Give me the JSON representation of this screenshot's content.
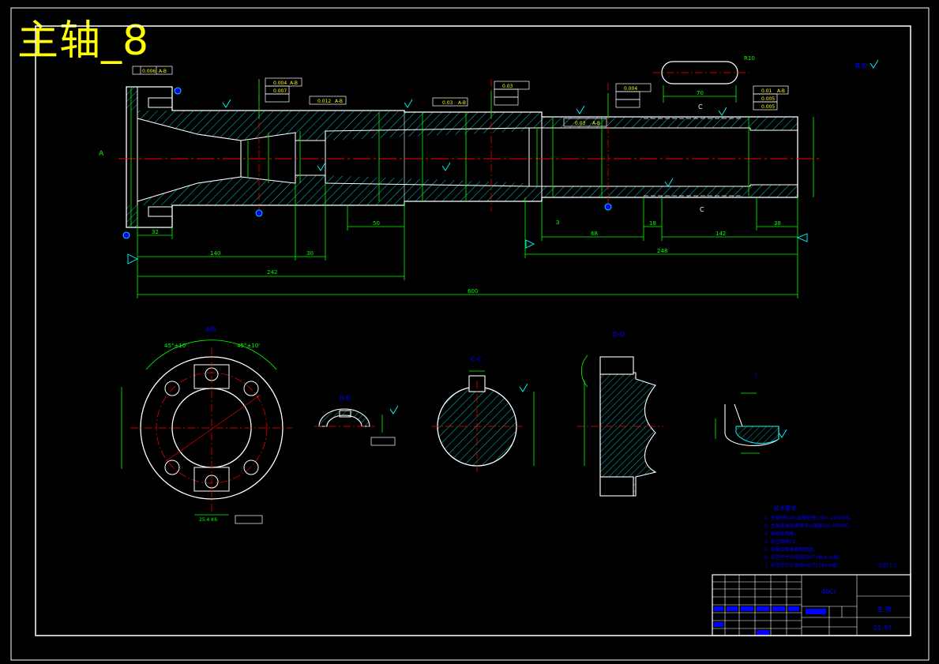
{
  "title": "主轴_8",
  "colors": {
    "background": "#000000",
    "frame": "#ffffff",
    "outline": "#ffffff",
    "hatch": "#00ffff",
    "dimension": "#00ff00",
    "centerline": "#ff0000",
    "annotation": "#0000ff",
    "symbol": "#00ffff",
    "title_text": "#ffff00"
  },
  "main_view": {
    "dimensions": {
      "overall_length": "600",
      "length_242": "242",
      "length_248": "248",
      "length_142": "142",
      "length_140": "140",
      "length_68": "68",
      "length_50": "50",
      "length_38": "38",
      "length_32": "32",
      "length_30": "30",
      "length_18": "18",
      "length_3": "3",
      "keyway_70": "70",
      "radius_r10": "R10"
    },
    "view_labels": {
      "a_left": "A",
      "c_top": "C",
      "c_bottom": "C",
      "roughness_note": "其余"
    },
    "tolerance_frames": {
      "left_top": [
        "0.006",
        "A-B"
      ],
      "mid_1": [
        "0.004",
        "A-B"
      ],
      "mid_2": [
        "0.007"
      ],
      "mid_3": [
        "0.012",
        "A-B"
      ],
      "center_1": [
        "0.03",
        "A-B"
      ],
      "right_1": [
        "0.01",
        "A-B"
      ],
      "right_2": [
        "0.005"
      ],
      "right_3": [
        "0.005"
      ],
      "keyway_frame": [
        "0.03",
        "A-B"
      ]
    }
  },
  "section_views": {
    "a_view": {
      "label": "A向",
      "angle_left": "45°±10'",
      "angle_right": "45°±10'",
      "bottom_dim": "25.4 K6"
    },
    "b_view": {
      "label": "B-B"
    },
    "c_view": {
      "label": "C-C"
    },
    "d_view": {
      "label": "D-D"
    },
    "detail": {
      "label": "I"
    }
  },
  "technical_requirements": {
    "heading": "技术要求",
    "items": [
      "1. 主轴材料45,调质处理,190~220HBS。",
      "2. 主轴各轴颈表面淬火硬度50~55HRC。",
      "3. 轴肩处倒角。",
      "4. 未注倒角C1。",
      "5. 各配合面表面粗糙度。",
      "6. 未注尺寸公差按GB/T1804-m级。",
      "7. 未注形位公差按GB/T1184-K级。"
    ],
    "ratio_label": "比例 1:2"
  },
  "title_block": {
    "material": "40Cr",
    "part_name": "主 轴",
    "drawing_number": "01-07"
  }
}
